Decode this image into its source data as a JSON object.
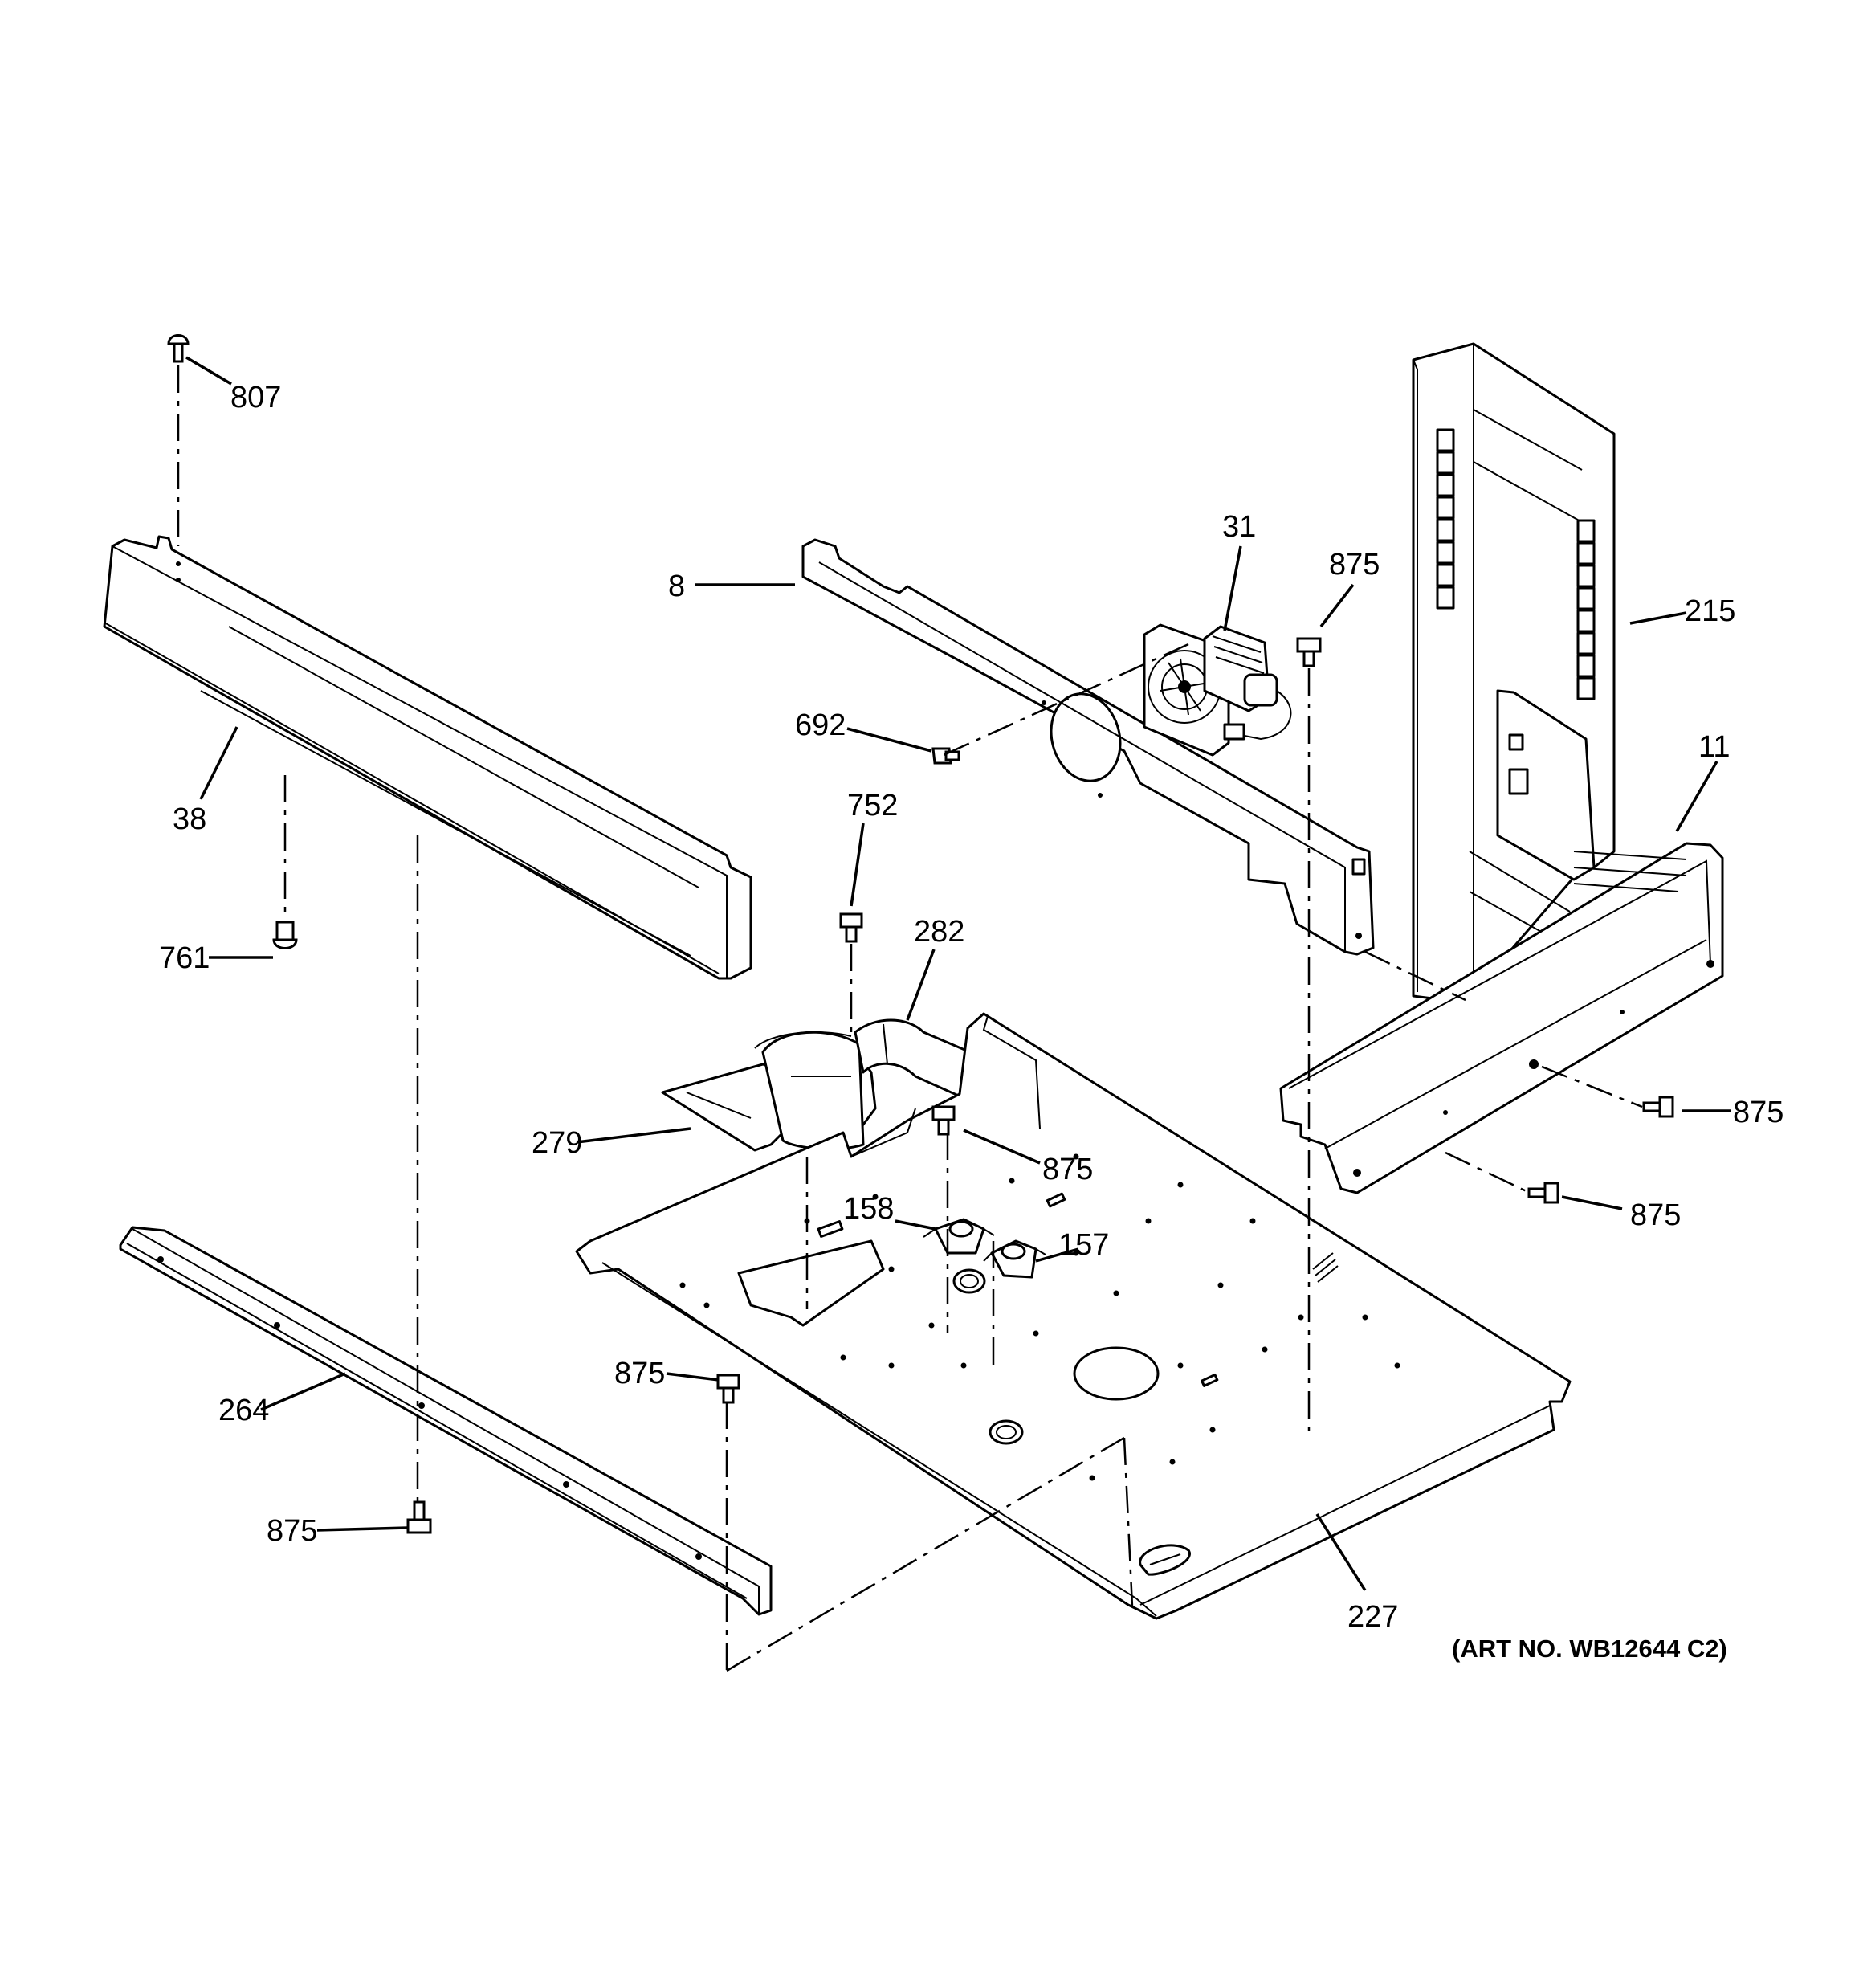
{
  "art_number": "(ART NO. WB12644 C2)",
  "callouts": [
    {
      "id": "c807",
      "label": "807"
    },
    {
      "id": "c38",
      "label": "38"
    },
    {
      "id": "c761",
      "label": "761"
    },
    {
      "id": "c264",
      "label": "264"
    },
    {
      "id": "c875a",
      "label": "875"
    },
    {
      "id": "c8",
      "label": "8"
    },
    {
      "id": "c692",
      "label": "692"
    },
    {
      "id": "c31",
      "label": "31"
    },
    {
      "id": "c875b",
      "label": "875"
    },
    {
      "id": "c215",
      "label": "215"
    },
    {
      "id": "c11",
      "label": "11"
    },
    {
      "id": "c752",
      "label": "752"
    },
    {
      "id": "c282",
      "label": "282"
    },
    {
      "id": "c279",
      "label": "279"
    },
    {
      "id": "c875c",
      "label": "875"
    },
    {
      "id": "c158",
      "label": "158"
    },
    {
      "id": "c157",
      "label": "157"
    },
    {
      "id": "c875d",
      "label": "875"
    },
    {
      "id": "c875e",
      "label": "875"
    },
    {
      "id": "c875f",
      "label": "875"
    },
    {
      "id": "c227",
      "label": "227"
    }
  ]
}
